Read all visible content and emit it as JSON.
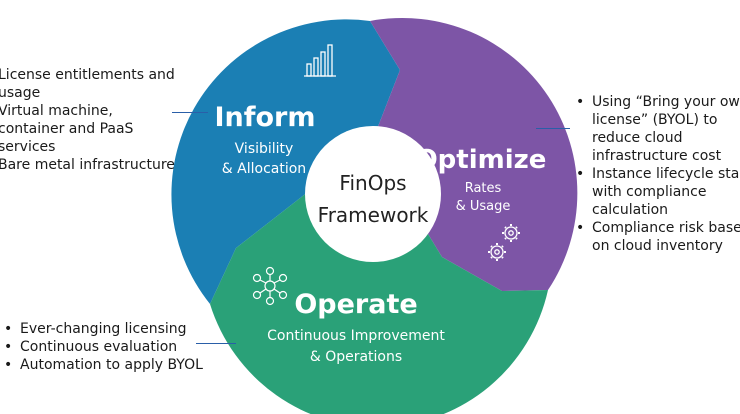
{
  "center": {
    "line1": "FinOps",
    "line2": "Framework"
  },
  "segments": {
    "inform": {
      "title": "Inform",
      "subtitle_line1": "Visibility",
      "subtitle_line2": "& Allocation",
      "color": "#1b7fb4",
      "icon": "bar-chart-icon"
    },
    "optimize": {
      "title": "Optimize",
      "subtitle_line1": "Rates",
      "subtitle_line2": "& Usage",
      "color": "#7d55a6",
      "icon": "gears-icon"
    },
    "operate": {
      "title": "Operate",
      "subtitle_line1": "Continuous Improvement",
      "subtitle_line2": "& Operations",
      "color": "#2aa178",
      "icon": "network-icon"
    }
  },
  "lists": {
    "inform": [
      "License entitlements and usage",
      "Virtual machine, container and PaaS services",
      "Bare metal infrastructure"
    ],
    "optimize": [
      "Using “Bring your own",
      "license” (BYOL) to",
      "reduce cloud",
      "infrastructure cost",
      "Instance lifecycle sta",
      "with compliance",
      "calculation",
      "Compliance risk base",
      "on cloud inventory"
    ],
    "operate": [
      "Ever-changing licensing",
      "Continuous evaluation",
      "Automation to apply BYOL"
    ]
  }
}
